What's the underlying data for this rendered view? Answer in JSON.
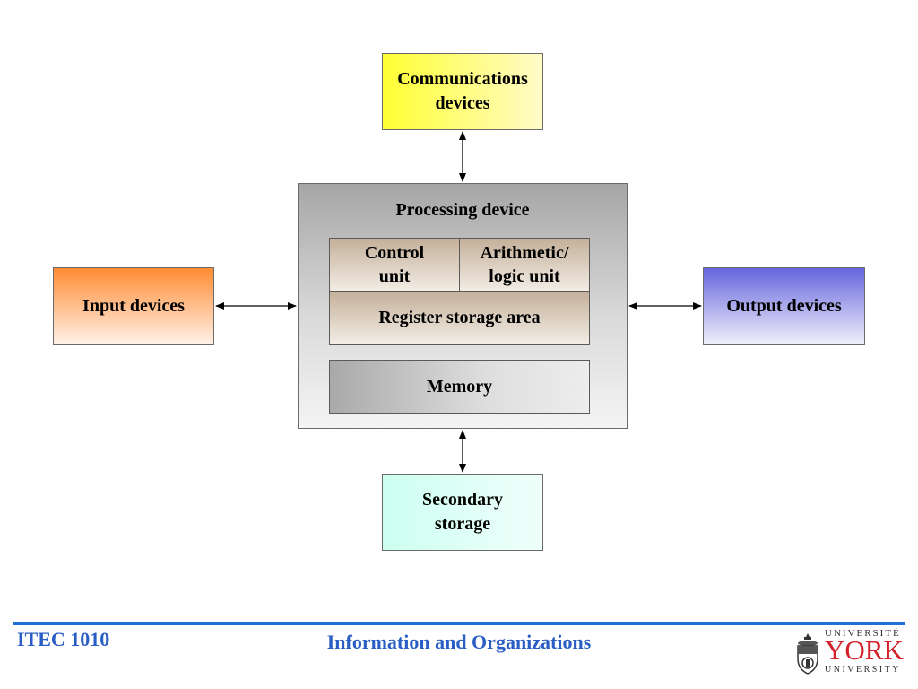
{
  "diagram": {
    "communications": "Communications devices",
    "input": "Input devices",
    "output": "Output devices",
    "secondary": "Secondary storage",
    "processing": {
      "title": "Processing device",
      "control_unit": "Control unit",
      "alu": "Arithmetic/ logic unit",
      "register": "Register storage area",
      "memory": "Memory"
    },
    "connections": [
      {
        "from": "Communications devices",
        "to": "Processing device",
        "style": "bidirectional"
      },
      {
        "from": "Input devices",
        "to": "Processing device",
        "style": "bidirectional"
      },
      {
        "from": "Processing device",
        "to": "Output devices",
        "style": "bidirectional"
      },
      {
        "from": "Processing device",
        "to": "Secondary storage",
        "style": "bidirectional"
      }
    ]
  },
  "footer": {
    "course": "ITEC 1010",
    "subtitle": "Information and Organizations",
    "logo": {
      "top_text": "UNIVERSITÉ",
      "main_text": "YORK",
      "bottom_text": "UNIVERSITY"
    }
  },
  "colors": {
    "footer_text": "#2a5ec4",
    "footer_rule": "#1f6fd6",
    "logo_red": "#d4202a",
    "communications_fill": "#ffff33",
    "input_fill": "#ff8c33",
    "output_fill": "#6666dd",
    "secondary_fill": "#ccfff0"
  }
}
